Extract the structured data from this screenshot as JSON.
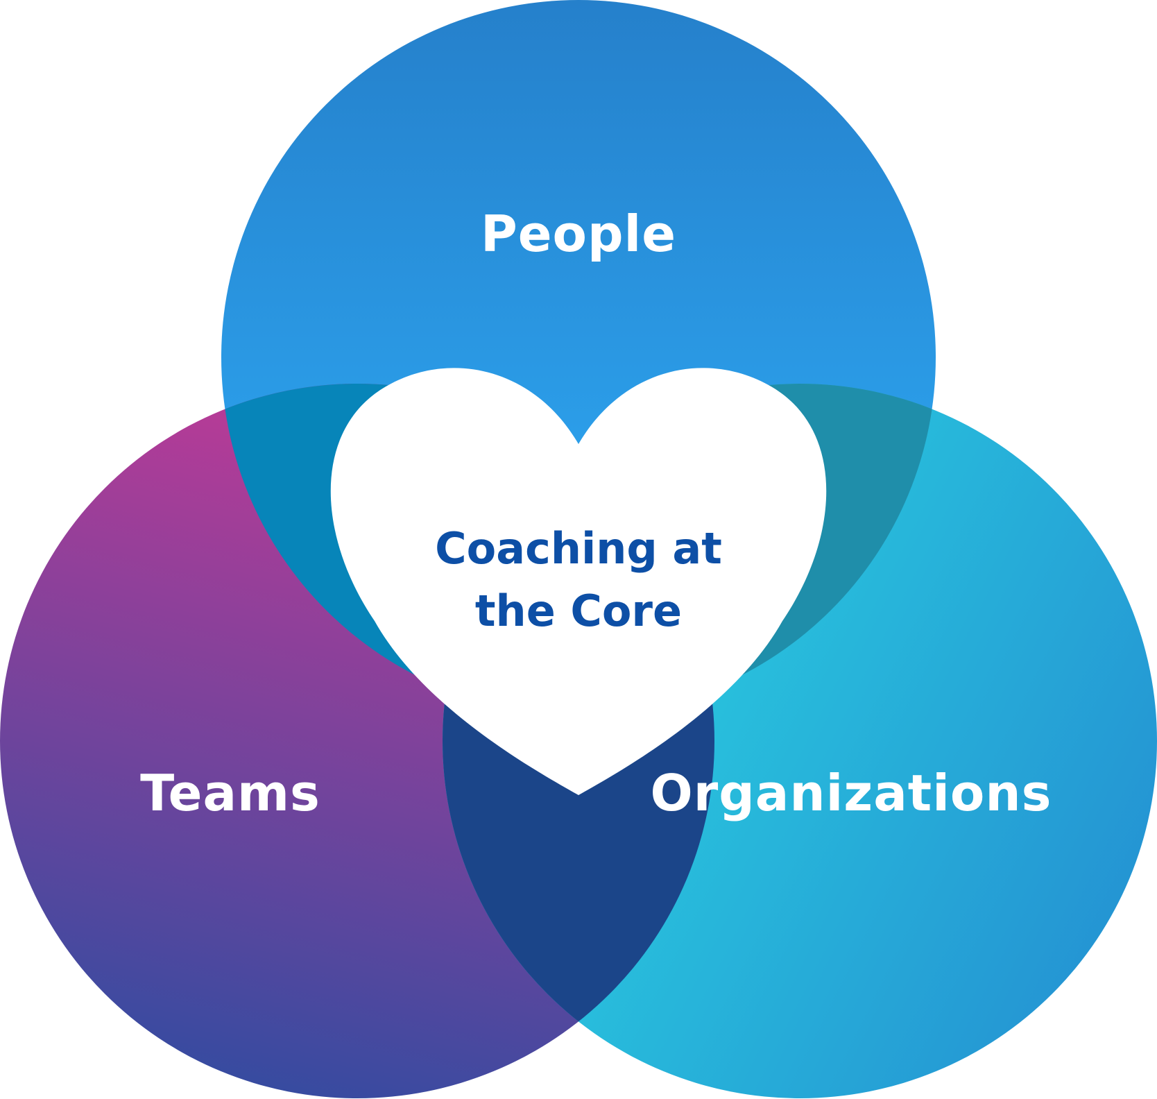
{
  "diagram": {
    "circles": [
      {
        "id": "people",
        "label": "People",
        "color_top": "#2580cb",
        "color_bottom": "#2fb0fb"
      },
      {
        "id": "teams",
        "label": "Teams",
        "color_top": "#bf3a96",
        "color_bottom": "#2f4ca1"
      },
      {
        "id": "organizations",
        "label": "Organizations",
        "color_top": "#2ad9e2",
        "color_bottom": "#2490d2"
      }
    ],
    "overlaps": {
      "people_teams": "#0785b9",
      "people_organizations": "#1f8eaa",
      "teams_organizations": "#1b4589"
    },
    "core": {
      "line1": "Coaching at",
      "line2": "the Core",
      "text_color": "#0d4fa6",
      "fill": "#ffffff"
    }
  }
}
